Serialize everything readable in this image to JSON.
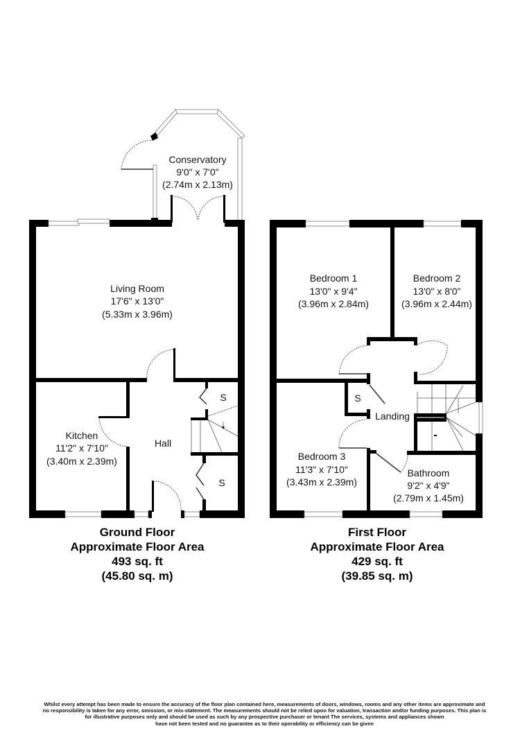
{
  "ground_floor": {
    "rooms": [
      {
        "name": "Conservatory",
        "imperial": "9'0\" x 7'0\"",
        "metric": "(2.74m x 2.13m)"
      },
      {
        "name": "Living Room",
        "imperial": "17'6\" x 13'0\"",
        "metric": "(5.33m x 3.96m)"
      },
      {
        "name": "Kitchen",
        "imperial": "11'2\" x 7'10\"",
        "metric": "(3.40m x 2.39m)"
      },
      {
        "name": "Hall"
      }
    ],
    "storage_labels": [
      "S",
      "S"
    ],
    "summary": {
      "title": "Ground Floor",
      "subtitle": "Approximate Floor Area",
      "area_imperial": "493 sq. ft",
      "area_metric": "(45.80 sq. m)"
    }
  },
  "first_floor": {
    "rooms": [
      {
        "name": "Bedroom 1",
        "imperial": "13'0\" x 9'4\"",
        "metric": "(3.96m x 2.84m)"
      },
      {
        "name": "Bedroom 2",
        "imperial": "13'0\" x 8'0\"",
        "metric": "(3.96m x 2.44m)"
      },
      {
        "name": "Bedroom 3",
        "imperial": "11'3\" x 7'10\"",
        "metric": "(3.43m x 2.39m)"
      },
      {
        "name": "Bathroom",
        "imperial": "9'2\" x 4'9\"",
        "metric": "(2.79m x 1.45m)"
      },
      {
        "name": "Landing"
      }
    ],
    "storage_labels": [
      "S"
    ],
    "summary": {
      "title": "First Floor",
      "subtitle": "Approximate Floor Area",
      "area_imperial": "429 sq. ft",
      "area_metric": "(39.85 sq. m)"
    }
  },
  "disclaimer": {
    "lines": [
      "Whilst every attempt has been made to ensure the accuracy of the floor plan contained here, measurements of doors, windows, rooms and any other items are approximate and",
      "no responsibility is taken for any error, omission, or mis-statement. The measurements should not be relied upon for valuation, transaction and/or funding purposes. This plan is",
      "for illustrative purposes only and should be used as such by any prospective purchaser or tenant The services, systems and appliances shown",
      "have not been tested and no guarantee as to their operability or efficiency can be given"
    ]
  },
  "colors": {
    "wall": "#000000",
    "background": "#ffffff",
    "window_line": "#777777"
  }
}
